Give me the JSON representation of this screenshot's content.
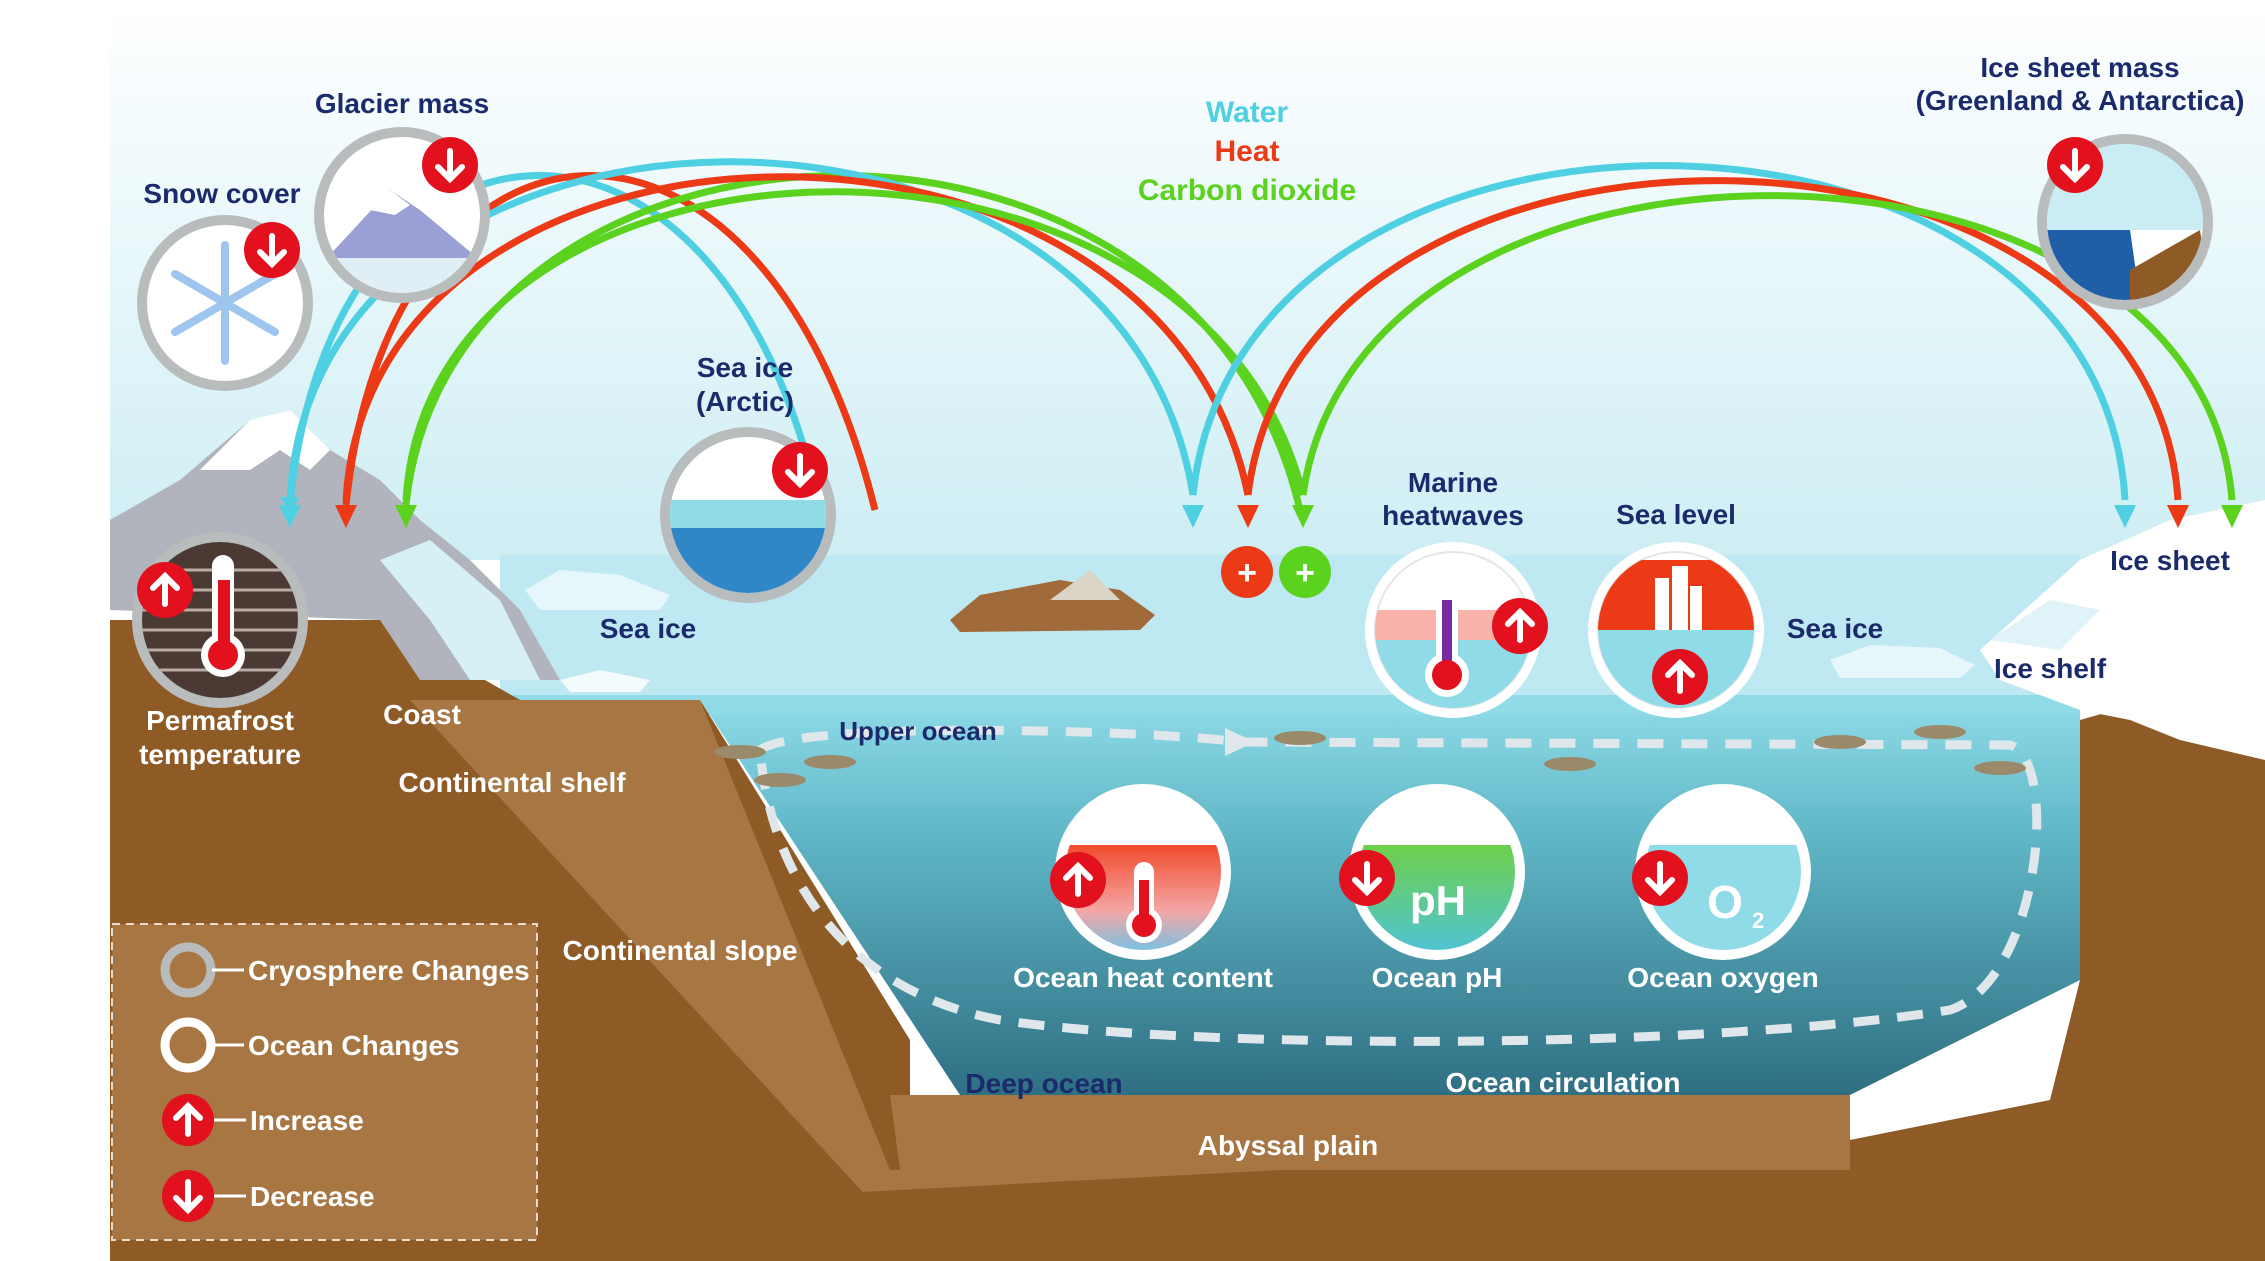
{
  "flows": {
    "water": "Water",
    "heat": "Heat",
    "carbon_dioxide": "Carbon dioxide"
  },
  "cryosphere": {
    "snow_cover": "Snow cover",
    "glacier_mass": "Glacier mass",
    "ice_sheet_mass_1": "Ice sheet mass",
    "ice_sheet_mass_2": "(Greenland & Antarctica)",
    "sea_ice_arctic_1": "Sea ice",
    "sea_ice_arctic_2": "(Arctic)",
    "permafrost_1": "Permafrost",
    "permafrost_2": "temperature"
  },
  "ocean": {
    "marine_heatwaves_1": "Marine",
    "marine_heatwaves_2": "heatwaves",
    "sea_level": "Sea level",
    "ocean_heat_content": "Ocean heat content",
    "ocean_ph": "Ocean pH",
    "ph_symbol": "pH",
    "ocean_oxygen": "Ocean oxygen",
    "o2_symbol": "O",
    "o2_sub": "2"
  },
  "places": {
    "sea_ice_left": "Sea ice",
    "sea_ice_right": "Sea ice",
    "ice_sheet": "Ice sheet",
    "ice_shelf": "Ice shelf",
    "coast": "Coast",
    "continental_shelf": "Continental shelf",
    "continental_slope": "Continental slope",
    "upper_ocean": "Upper ocean",
    "deep_ocean": "Deep ocean",
    "ocean_circulation": "Ocean circulation",
    "abyssal_plain": "Abyssal plain"
  },
  "plus_signs": [
    "+",
    "+"
  ],
  "legend": {
    "cryosphere_changes": "Cryosphere Changes",
    "ocean_changes": "Ocean Changes",
    "increase": "Increase",
    "decrease": "Decrease"
  },
  "colors": {
    "water": "#4fd0e2",
    "heat": "#ec3a16",
    "carbon_dioxide": "#5ad21e",
    "indicator_red": "#e3101d",
    "land_brown": "#8e5a26",
    "navy_text": "#1b2a6b"
  }
}
